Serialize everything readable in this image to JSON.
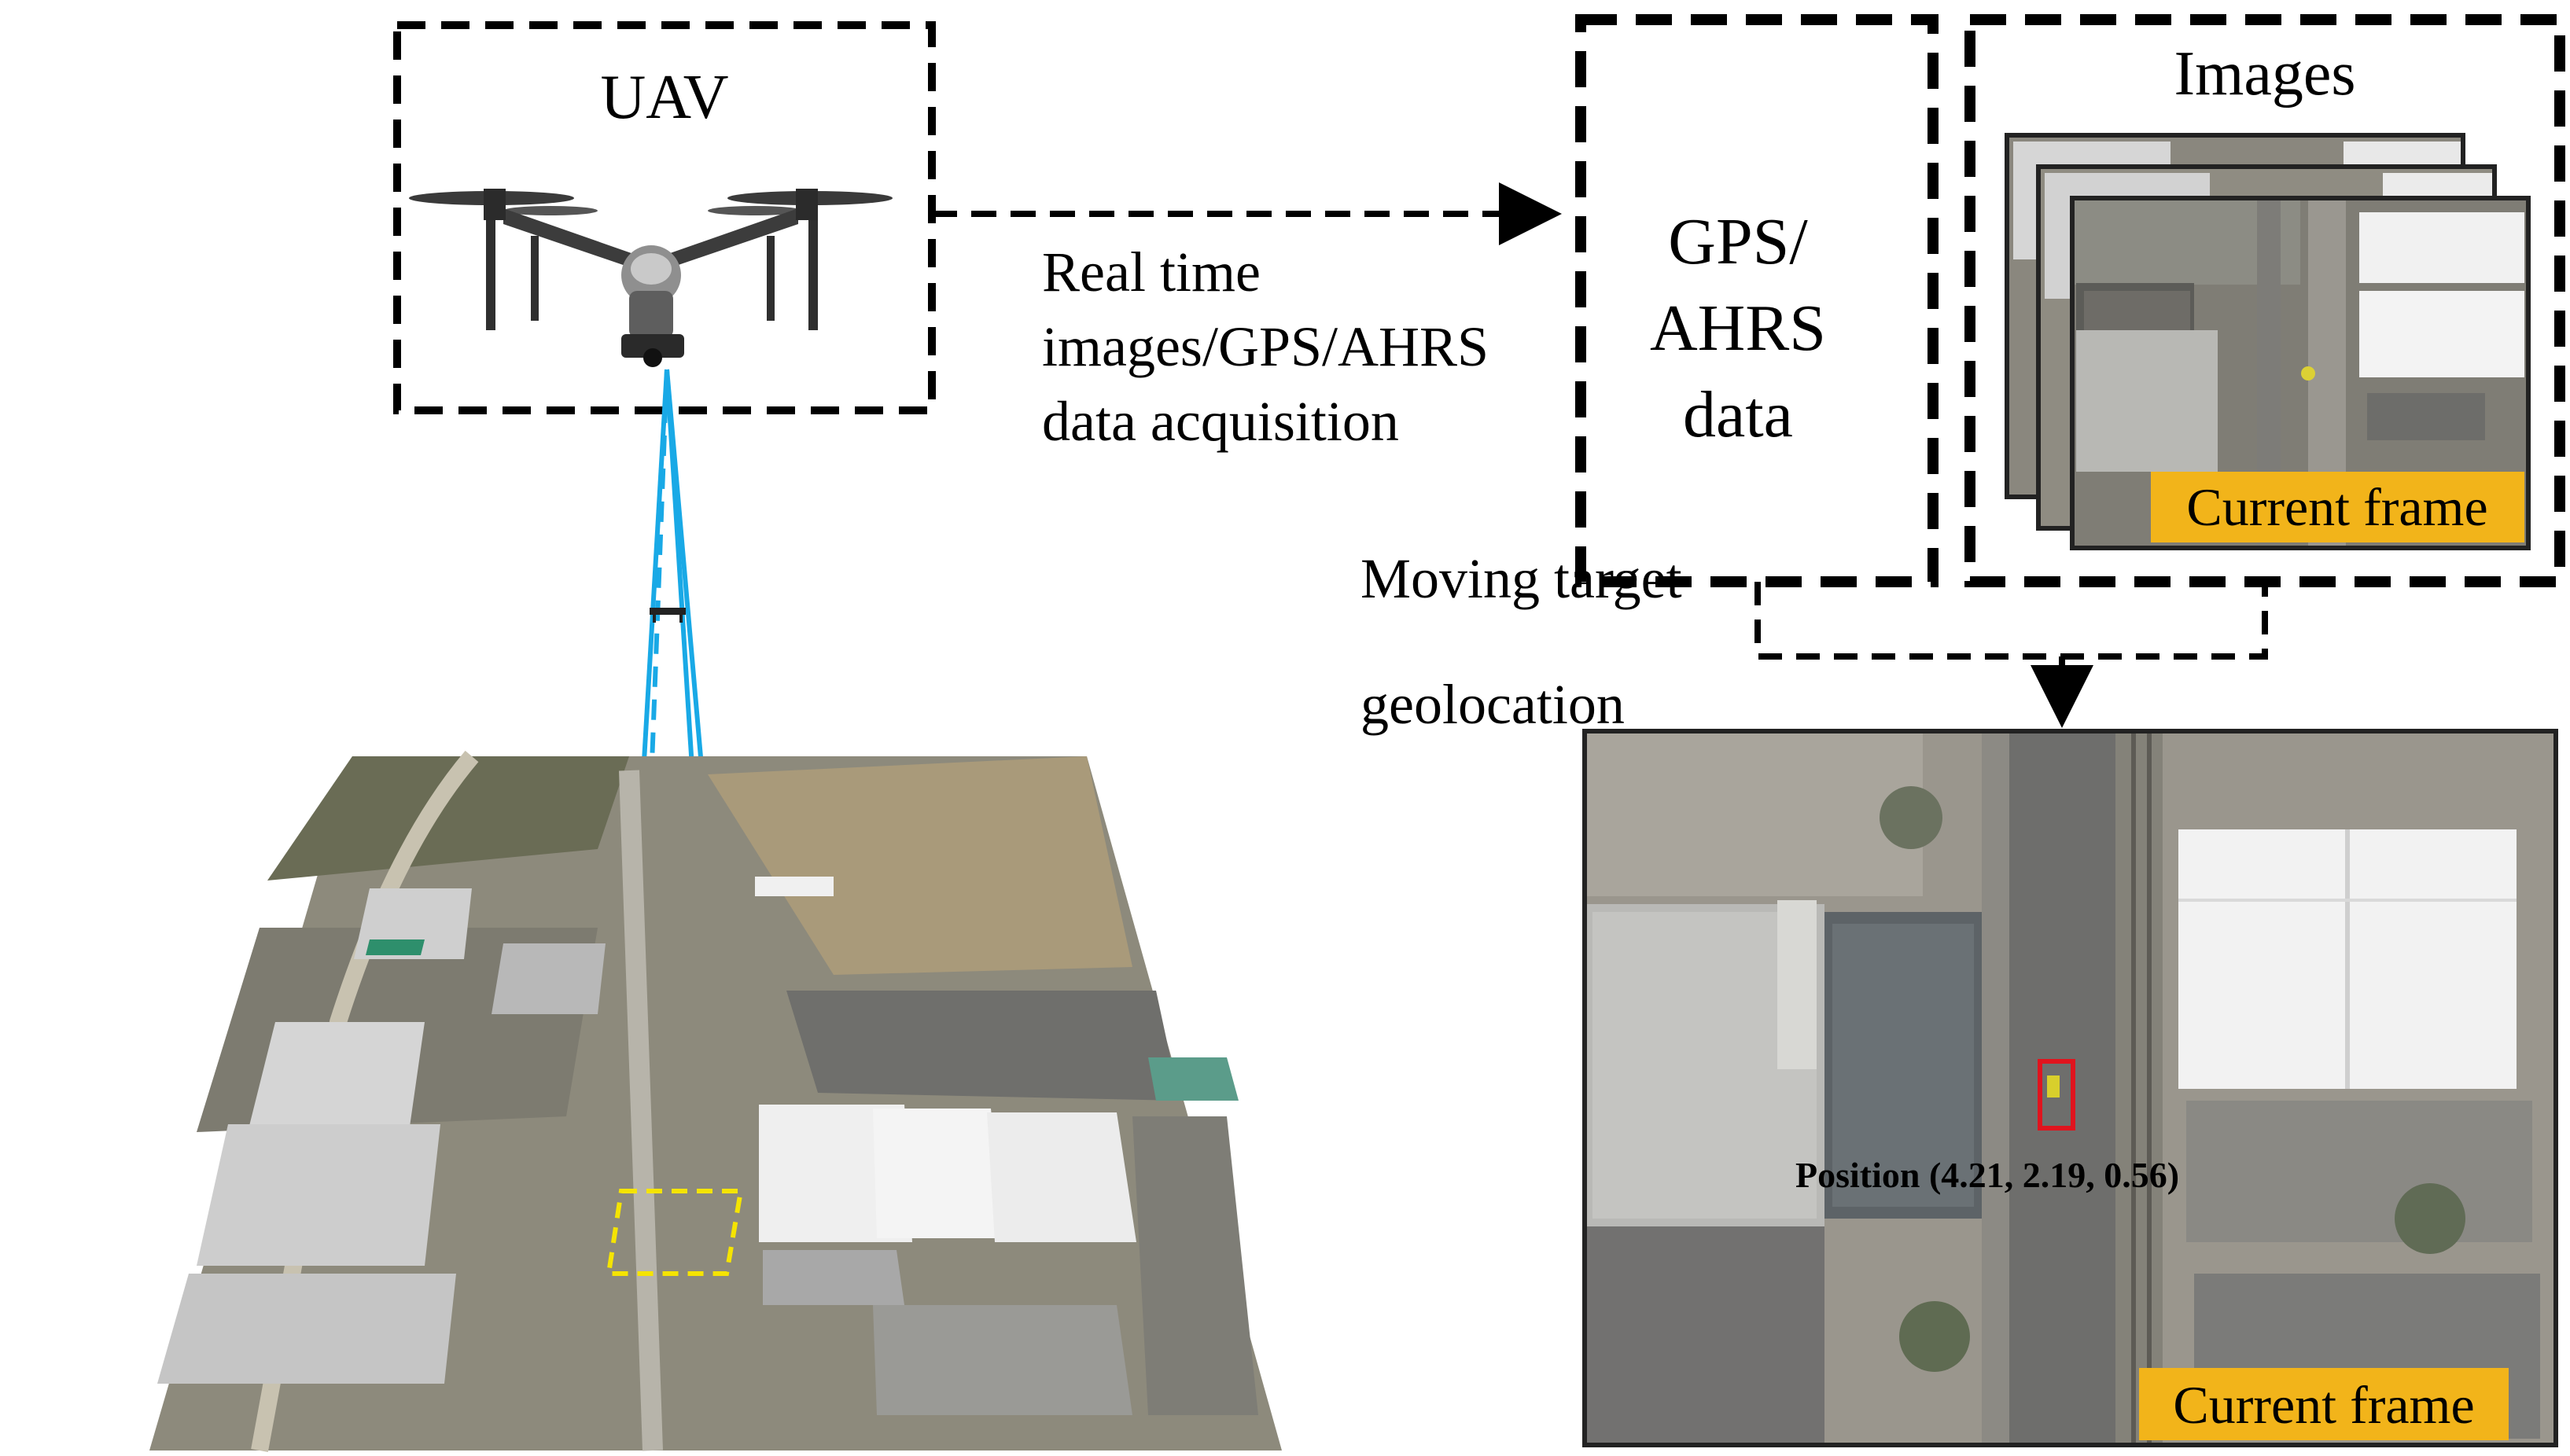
{
  "uav_box": {
    "label": "UAV"
  },
  "acquisition_label": {
    "lines": [
      "Real time",
      "images/GPS/AHRS",
      "data acquisition"
    ]
  },
  "gps_box": {
    "lines": [
      "GPS/",
      "AHRS",
      "data"
    ]
  },
  "images_box": {
    "title": "Images",
    "frame_badge": "Current frame"
  },
  "geolocation_label": {
    "lines": [
      "Moving target",
      "geolocation"
    ]
  },
  "result_view": {
    "position_text": "Position (4.21, 2.19, 0.56)",
    "frame_badge": "Current frame"
  },
  "colors": {
    "ray_blue": "#19a9e6",
    "footprint_yellow": "#f5e400",
    "target_box_red": "#e0141e",
    "badge_orange": "#f2b41a"
  }
}
